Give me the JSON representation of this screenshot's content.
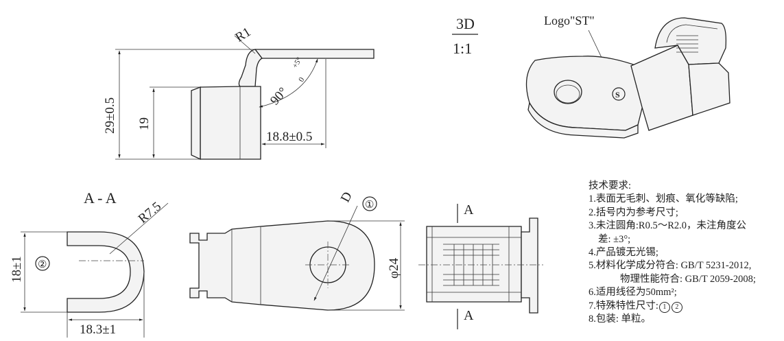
{
  "labels": {
    "r1": "R1",
    "dim_29": "29±0.5",
    "dim_19": "19",
    "angle": "90°",
    "angle_tol_upper": "+5°",
    "angle_tol_lower": "0",
    "dim_18_8": "18.8±0.5",
    "scale_top": "3D",
    "scale_bottom": "1:1",
    "logo": "Logo\"ST\"",
    "logo_mark": "S",
    "section": "A - A",
    "r7_5": "R7.5",
    "dim_18": "18±1",
    "circle_2": "②",
    "dim_18_3": "18.3±1",
    "diam_label": "D",
    "circle_1": "①",
    "phi24": "φ24",
    "section_mark_top": "A",
    "section_mark_bottom": "A"
  },
  "notes": {
    "title": "技术要求:",
    "n1": "1.表面无毛刺、划痕、氧化等缺陷;",
    "n2": "2.括号内为参考尺寸;",
    "n3a": "3.未注圆角:R0.5～R2.0，未注角度公",
    "n3b": "差: ±3°;",
    "n4": "4.产品镀无光锡;",
    "n5a": "5.材料化学成分符合: GB/T 5231-2012,",
    "n5b": "物理性能符合: GB/T 2059-2008;",
    "n6": "6.适用线径为50mm²;",
    "n7": "7.特殊特性尺寸:",
    "n7_c1": "1",
    "n7_c2": "2",
    "n8": "8.包装: 单粒。"
  },
  "colors": {
    "line": "#222222",
    "part_fill": "#f3f3f3",
    "paper": "#ffffff"
  }
}
